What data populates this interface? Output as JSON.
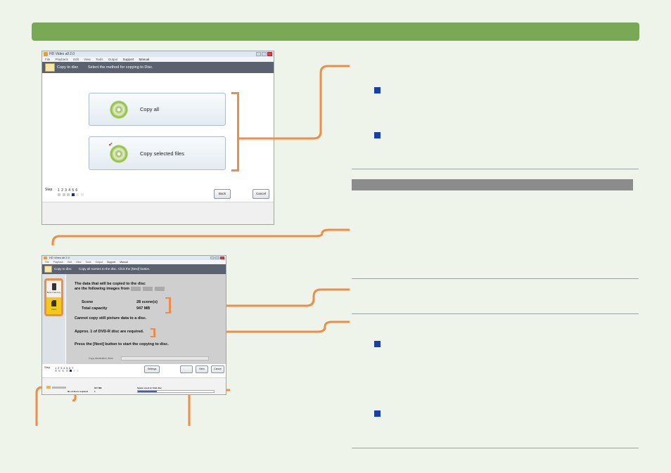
{
  "colors": {
    "accent_bar": "#79a955",
    "callout": "#ef8c45",
    "bullet": "#1a3fa6",
    "section_bar": "#8c8c8c"
  },
  "window1": {
    "title": "HD Video all 2.0",
    "menu": [
      "File",
      "Playback",
      "Edit",
      "View",
      "Tools",
      "Output",
      "Support",
      "Manual"
    ],
    "header_title": "Copy to disc",
    "header_instruction": "Select the method for copying to Disc.",
    "copy_all_label": "Copy all",
    "copy_selected_label": "Copy selected files",
    "step_label": "Step",
    "steps": [
      "1",
      "2",
      "3",
      "4",
      "5",
      "6"
    ],
    "back_label": "Back",
    "cancel_label": "Cancel"
  },
  "window2": {
    "title": "HD Video all 2.0",
    "menu": [
      "File",
      "Playback",
      "Edit",
      "View",
      "Tools",
      "Output",
      "Support",
      "Manual"
    ],
    "header_title": "Copy to disc",
    "header_instruction": "Copy all scenes to the disc. Click the [Next] button.",
    "side_label1": "Built-in Memory",
    "side_label2": "Card",
    "line1": "The data that will be copied to the disc",
    "line2": "are the following images from",
    "scene_label": "Scene",
    "scene_value": "28 scene(s)",
    "capacity_label": "Total capacity",
    "capacity_value": "947 MB",
    "still_note": "Cannot copy still picture data to a disc.",
    "discs_required": "Approx. 1 of DVD-R disc are required.",
    "press_next": "Press the [Next] button to start the copying to disc.",
    "dest_label": "Copy destination drive",
    "step_label": "Step",
    "steps": [
      "1",
      "2",
      "3",
      "4",
      "5",
      "6",
      "7"
    ],
    "settings_label": "Settings",
    "next_label": "Next",
    "cancel_label": "Cancel",
    "status_total": "947 MB",
    "status_discs_label": "No.of discs required",
    "status_discs_value": "1",
    "status_space_label": "Space used on final disc"
  }
}
